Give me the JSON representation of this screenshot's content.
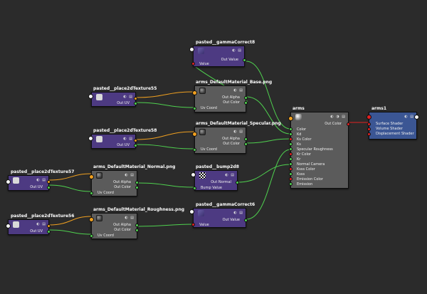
{
  "colors": {
    "wire_green": "#4fd14f",
    "wire_orange": "#f0a020",
    "wire_red": "#e02020",
    "node_gray": "#5b5b5b",
    "node_purple": "#4d3a82",
    "node_blue": "#3b5694"
  },
  "nodes": {
    "gamma8": {
      "title": "pasted__gammaCorrect8",
      "ports": [
        "Out Value",
        "Value"
      ]
    },
    "base": {
      "title": "arms_DefaultMaterial_Base.png",
      "ports": [
        "Out Alpha",
        "Out Color",
        "Uv Coord"
      ]
    },
    "place55": {
      "title": "pasted__place2dTexture55",
      "ports": [
        "Out UV"
      ]
    },
    "specular": {
      "title": "arms_DefaultMaterial_Specular.png",
      "ports": [
        "Out Alpha",
        "Out Color",
        "Uv Coord"
      ]
    },
    "place58": {
      "title": "pasted__place2dTexture58",
      "ports": [
        "Out UV"
      ]
    },
    "place57": {
      "title": "pasted__place2dTexture57",
      "ports": [
        "Out UV"
      ]
    },
    "normal": {
      "title": "arms_DefaultMaterial_Normal.png",
      "ports": [
        "Out Alpha",
        "Out Color",
        "Uv Coord"
      ]
    },
    "bump": {
      "title": "pasted__bump2d8",
      "ports": [
        "Out Normal",
        "Bump Value"
      ]
    },
    "place56": {
      "title": "pasted__place2dTexture56",
      "ports": [
        "Out UV"
      ]
    },
    "roughness": {
      "title": "arms_DefaultMaterial_Roughness.png",
      "ports": [
        "Out Alpha",
        "Out Color",
        "Uv Coord"
      ]
    },
    "gamma6": {
      "title": "pasted__gammaCorrect6",
      "ports": [
        "Out Value",
        "Value"
      ]
    },
    "arms": {
      "title": "arms",
      "ports": [
        "Out Color",
        "Color",
        "Kd",
        "Ks Color",
        "Ks",
        "Specular Roughness",
        "Kr Color",
        "Kr",
        "Normal Camera",
        "Ksss Color",
        "Ksss",
        "Emission Color",
        "Emission"
      ]
    },
    "arms1": {
      "title": "arms1",
      "ports": [
        "Surface Shader",
        "Volume Shader",
        "Displacement Shader"
      ]
    }
  }
}
